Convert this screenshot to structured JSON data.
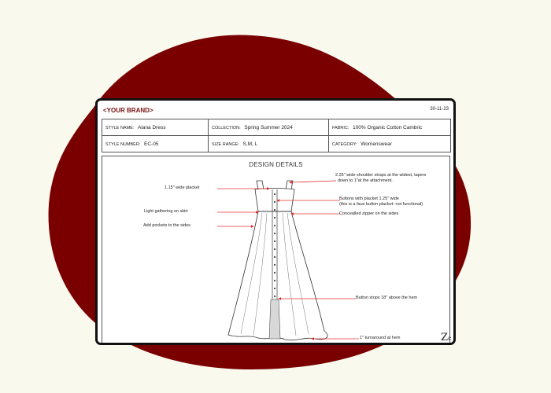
{
  "brand": "<YOUR BRAND>",
  "date": "30-11-23",
  "spec": {
    "style_name_label": "STYLE NAME:",
    "style_name": "Alana Dress",
    "collection_label": "COLLECTION:",
    "collection": "Spring Summer 2024",
    "fabric_label": "FABRIC:",
    "fabric": "100% Organic Cotton Cambric",
    "style_number_label": "STYLE NUMBER:",
    "style_number": "EC-05",
    "size_range_label": "SIZE RANGE:",
    "size_range": "S,M, L",
    "category_label": "CATEGORY:",
    "category": "Womenswear"
  },
  "design_details": {
    "title": "DESIGN DETAILS",
    "left_notes": [
      "1.15\" wide placket",
      "Light gathering on skirt",
      "Add pockets to the sides"
    ],
    "right_notes": {
      "straps_line1": "2.25\" wide shoulder straps at the widest, tapers",
      "straps_line2": "down to 1\"at the attachment.",
      "buttons_line1": "Buttons with placket 1.25\" wide",
      "buttons_line2": "(this is a faux button placket- not functional)",
      "zipper": "Concealled zipper on the sides",
      "button_stop": "Button stops 18\" above the hem",
      "turnaround": "1\" turnaround at hem"
    }
  },
  "colors": {
    "background": "#f9f9ee",
    "blob": "#7a0000",
    "brand": "#7a1010",
    "arrow": "#e03030"
  },
  "icons": [
    "dress-flat-sketch",
    "zc-logo-icon"
  ]
}
